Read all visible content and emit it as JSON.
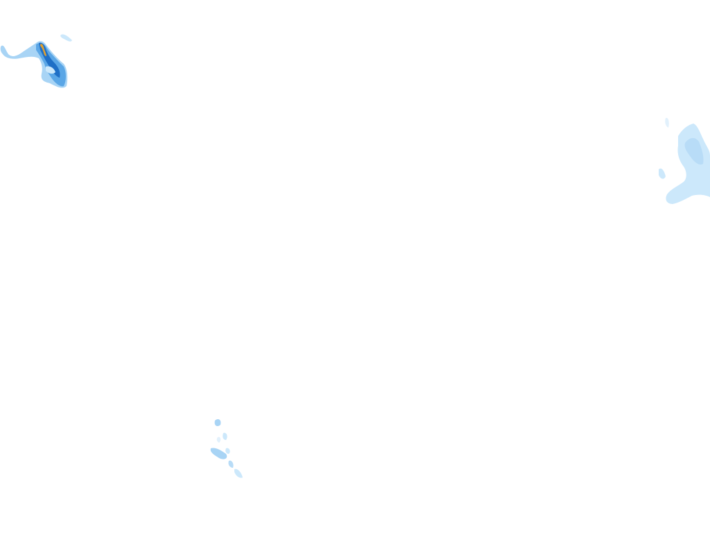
{
  "map": {
    "background_color": "#ffffff",
    "layer": "precipitation-radar",
    "color_scale": {
      "light": "#cce8fb",
      "medium": "#8fc8f2",
      "strong": "#4a9be0",
      "heavy": "#1f6fc6",
      "extreme": "#e0a030"
    },
    "echoes": [
      {
        "name": "northwest-cell",
        "intensity": "heavy"
      },
      {
        "name": "east-edge-band",
        "intensity": "light"
      },
      {
        "name": "south-scattered-cells",
        "intensity": "medium"
      }
    ]
  }
}
